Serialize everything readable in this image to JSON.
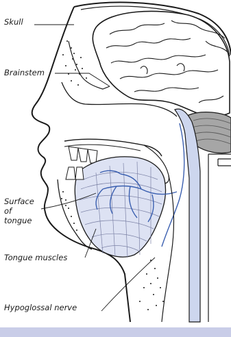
{
  "labels": {
    "skull": "Skull",
    "brainstem": "Brainstem",
    "surface_line1": "Surface",
    "surface_line2": "of",
    "surface_line3": "tongue",
    "tongue_muscles": "Tongue muscles",
    "hypoglossal_nerve": "Hypoglossal nerve"
  },
  "colors": {
    "line": "#1a1a1a",
    "nerve": "#3a5fb0",
    "tongue_fill": "#dde2f3",
    "brainstem_fill": "#cdd6ee",
    "cerebellum_fill": "#9a9a9a",
    "bottom_bar": "#c9cde8"
  }
}
